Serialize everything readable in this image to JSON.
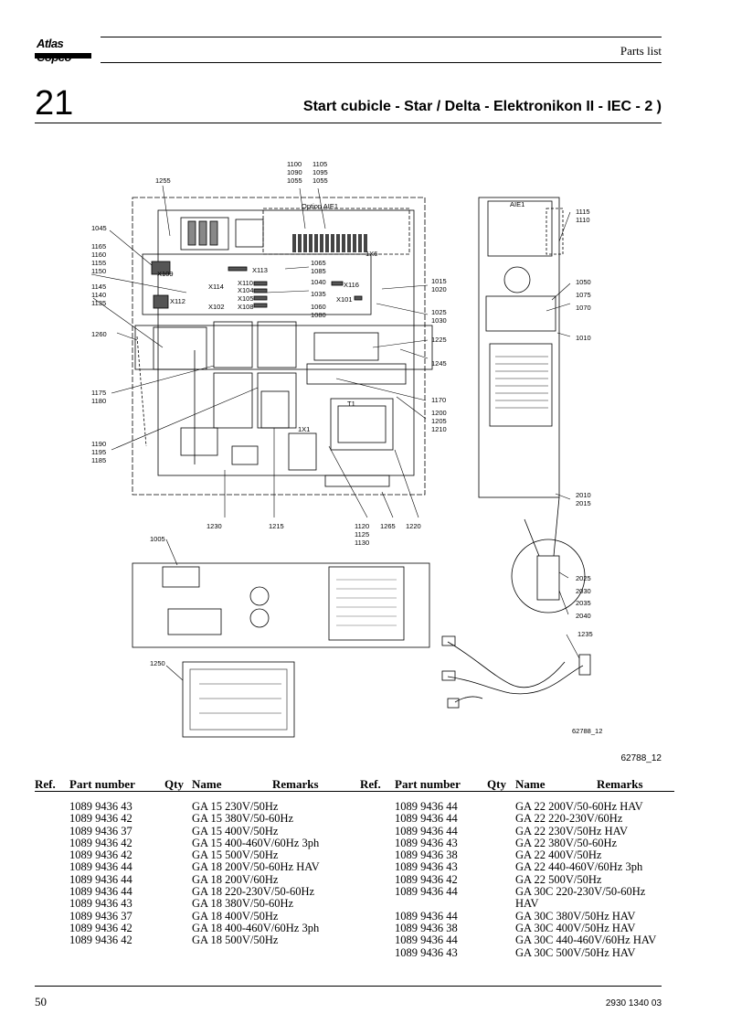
{
  "header": {
    "logo_text": "Atlas Copco",
    "section": "Parts list"
  },
  "chapter": {
    "number": "21",
    "title": "Start cubicle - Star / Delta - Elektronikon II - IEC - 2 )"
  },
  "figure": {
    "number": "62788_12",
    "inner_number": "62788_12",
    "callouts": [
      "1255",
      "1100",
      "1090",
      "1055",
      "1105",
      "1095",
      "1055",
      "1045",
      "1165",
      "1160",
      "1155",
      "1150",
      "1145",
      "1140",
      "1135",
      "1260",
      "1175",
      "1180",
      "1190",
      "1195",
      "1185",
      "1065",
      "1085",
      "1040",
      "1035",
      "1060",
      "1080",
      "1015",
      "1020",
      "1025",
      "1030",
      "1225",
      "1245",
      "1170",
      "1200",
      "1205",
      "1210",
      "1230",
      "1215",
      "1120",
      "1125",
      "1130",
      "1265",
      "1220",
      "1115",
      "1110",
      "1050",
      "1075",
      "1070",
      "1010",
      "2010",
      "2015",
      "1005",
      "2025",
      "2030",
      "2035",
      "2040",
      "1235",
      "1250"
    ],
    "labels": [
      "X109",
      "X113",
      "X114",
      "X112",
      "X102",
      "X110",
      "X104",
      "X105",
      "X108",
      "X116",
      "X101",
      "1X6",
      "T1",
      "1X1",
      "Option AIE1",
      "AIE1"
    ]
  },
  "table": {
    "headers": {
      "ref": "Ref.",
      "part_number": "Part number",
      "qty": "Qty",
      "name": "Name",
      "remarks": "Remarks"
    },
    "left_rows": [
      {
        "ref": "",
        "part": "1089 9436 43",
        "qty": "",
        "name": "GA 15 230V/50Hz"
      },
      {
        "ref": "",
        "part": "1089 9436 42",
        "qty": "",
        "name": "GA 15 380V/50-60Hz"
      },
      {
        "ref": "",
        "part": "1089 9436 37",
        "qty": "",
        "name": "GA 15 400V/50Hz"
      },
      {
        "ref": "",
        "part": "1089 9436 42",
        "qty": "",
        "name": "GA 15 400-460V/60Hz 3ph"
      },
      {
        "ref": "",
        "part": "1089 9436 42",
        "qty": "",
        "name": "GA 15 500V/50Hz"
      },
      {
        "ref": "",
        "part": "1089 9436 44",
        "qty": "",
        "name": "GA 18 200V/50-60Hz HAV"
      },
      {
        "ref": "",
        "part": "1089 9436 44",
        "qty": "",
        "name": "GA 18 200V/60Hz"
      },
      {
        "ref": "",
        "part": "1089 9436 44",
        "qty": "",
        "name": "GA 18 220-230V/50-60Hz"
      },
      {
        "ref": "",
        "part": "1089 9436 43",
        "qty": "",
        "name": "GA 18 380V/50-60Hz"
      },
      {
        "ref": "",
        "part": "1089 9436 37",
        "qty": "",
        "name": "GA 18 400V/50Hz"
      },
      {
        "ref": "",
        "part": "1089 9436 42",
        "qty": "",
        "name": "GA 18 400-460V/60Hz 3ph"
      },
      {
        "ref": "",
        "part": "1089 9436 42",
        "qty": "",
        "name": "GA 18 500V/50Hz"
      }
    ],
    "right_rows": [
      {
        "ref": "",
        "part": "1089 9436 44",
        "qty": "",
        "name": "GA 22 200V/50-60Hz HAV"
      },
      {
        "ref": "",
        "part": "1089 9436 44",
        "qty": "",
        "name": "GA 22 220-230V/60Hz"
      },
      {
        "ref": "",
        "part": "1089 9436 44",
        "qty": "",
        "name": "GA 22 230V/50Hz HAV"
      },
      {
        "ref": "",
        "part": "1089 9436 43",
        "qty": "",
        "name": "GA 22 380V/50-60Hz"
      },
      {
        "ref": "",
        "part": "1089 9436 38",
        "qty": "",
        "name": "GA 22 400V/50Hz"
      },
      {
        "ref": "",
        "part": "1089 9436 43",
        "qty": "",
        "name": "GA 22 440-460V/60Hz 3ph"
      },
      {
        "ref": "",
        "part": "1089 9436 42",
        "qty": "",
        "name": "GA 22 500V/50Hz"
      },
      {
        "ref": "",
        "part": "1089 9436 44",
        "qty": "",
        "name": "GA 30C 220-230V/50-60Hz"
      },
      {
        "ref": "",
        "part": "",
        "qty": "",
        "name": "HAV"
      },
      {
        "ref": "",
        "part": "1089 9436 44",
        "qty": "",
        "name": "GA 30C 380V/50Hz HAV"
      },
      {
        "ref": "",
        "part": "1089 9436 38",
        "qty": "",
        "name": "GA 30C 400V/50Hz HAV"
      },
      {
        "ref": "",
        "part": "1089 9436 44",
        "qty": "",
        "name": "GA 30C 440-460V/60Hz HAV"
      },
      {
        "ref": "",
        "part": "1089 9436 43",
        "qty": "",
        "name": "GA 30C 500V/50Hz HAV"
      }
    ]
  },
  "footer": {
    "page": "50",
    "doc_number": "2930 1340 03"
  }
}
